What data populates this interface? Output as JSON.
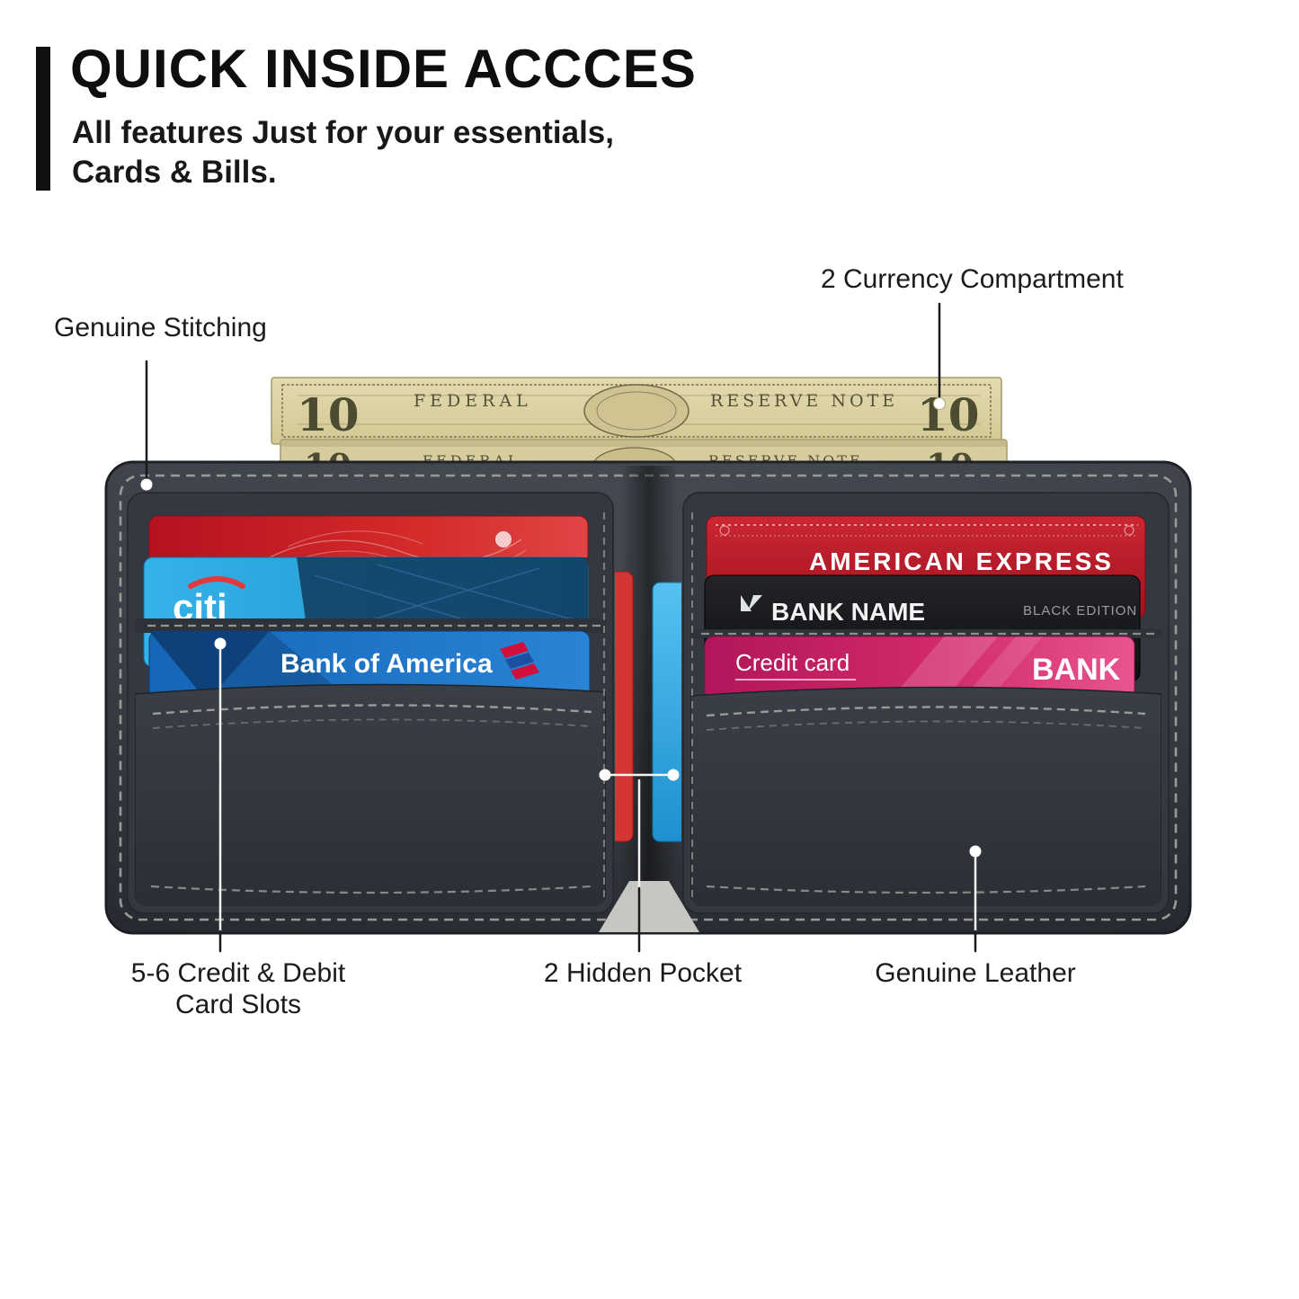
{
  "header": {
    "title": "QUICK INSIDE ACCCES",
    "subtitle": "All features Just for your essentials, Cards & Bills."
  },
  "callouts": {
    "stitching": "Genuine Stitching",
    "currency": "2 Currency Compartment",
    "card_slots": "5-6 Credit & Debit Card Slots",
    "hidden_pocket": "2 Hidden Pocket",
    "leather": "Genuine Leather"
  },
  "bills": {
    "denomination": "10",
    "word_left": "FEDERAL",
    "word_right": "RESERVE NOTE"
  },
  "cards": {
    "citi": "citi",
    "boa": "Bank of America",
    "amex": "AMERICAN EXPRESS",
    "bank_name": "BANK NAME",
    "black_edition": "BLACK EDITION",
    "credit_card": "Credit card",
    "bank": "BANK"
  },
  "colors": {
    "leather": "#32363d",
    "stitch": "#9ea198",
    "accent_bar": "#111111",
    "bill": "#d9cfa0",
    "citi_blue": "#2aa9e0",
    "boa_blue": "#1d72c4",
    "amex_red": "#c2242e",
    "pink": "#d12a6b",
    "hidden_red": "#d43535",
    "hidden_blue": "#3fb0e8"
  }
}
